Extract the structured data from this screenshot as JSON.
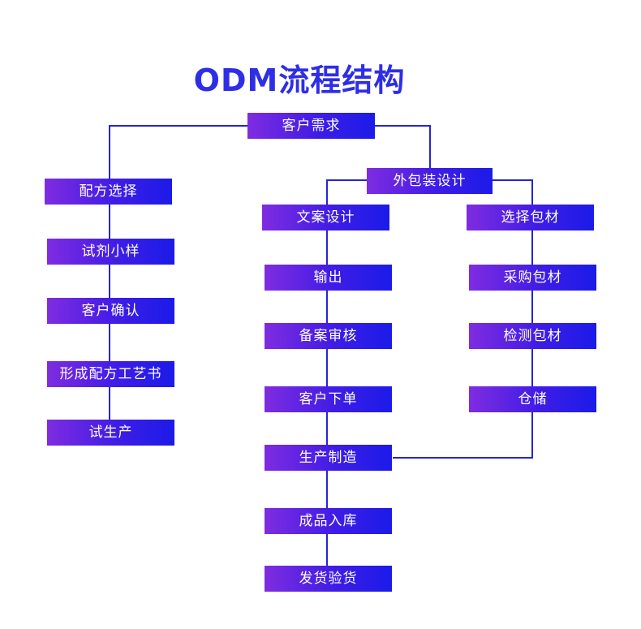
{
  "title": "ODM流程结构",
  "colors": {
    "title": "#2e2ee6",
    "connector": "#2424d8",
    "node_gradient_start": "#7f2ce0",
    "node_gradient_end": "#1b1be8",
    "node_text": "#ffffff"
  },
  "nodes": {
    "root": "客户需求",
    "formula_select": "配方选择",
    "sample_trial": "试剂小样",
    "customer_confirm_left": "客户确认",
    "formula_doc": "形成配方工艺书",
    "trial_production": "试生产",
    "packaging_design": "外包装设计",
    "copy_design": "文案设计",
    "output": "输出",
    "filing_review": "备案审核",
    "customer_order": "客户下单",
    "production": "生产制造",
    "warehousing_product": "成品入库",
    "ship_inspect": "发货验货",
    "select_material": "选择包材",
    "purchase_material": "采购包材",
    "inspect_material": "检测包材",
    "storage": "仓储"
  }
}
